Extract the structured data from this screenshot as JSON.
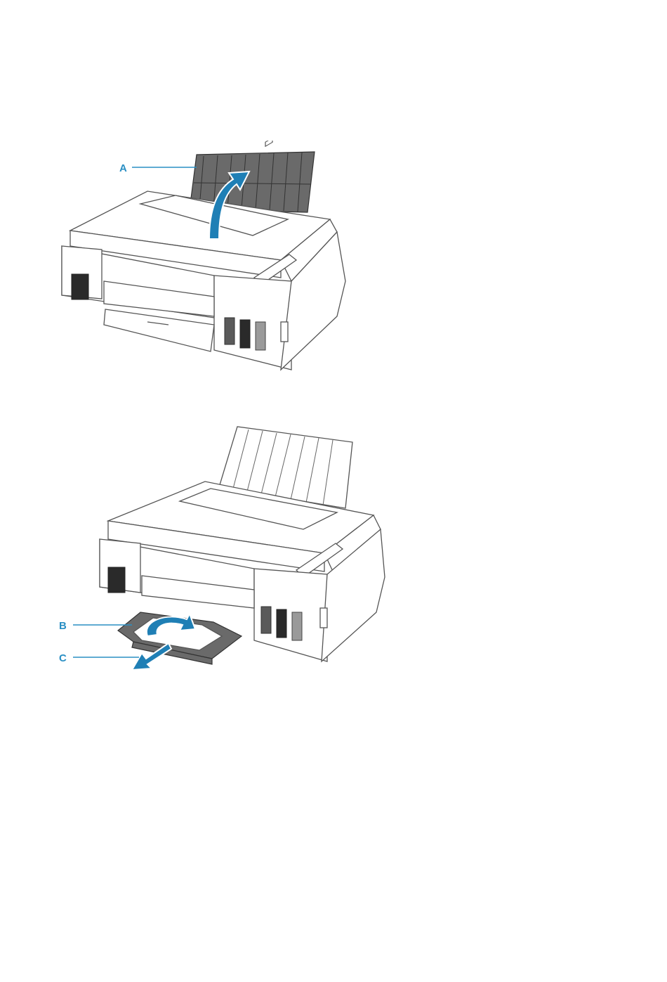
{
  "figures": [
    {
      "callouts": [
        {
          "label": "A"
        }
      ]
    },
    {
      "callouts": [
        {
          "label": "B"
        },
        {
          "label": "C"
        }
      ]
    }
  ],
  "colors": {
    "callout": "#2a8fc4",
    "arrow": "#1f7fb5",
    "paper_support_shade": "#6a6a6a"
  },
  "icons": [
    "printer-illustration",
    "curved-up-arrow",
    "pull-arrow",
    "rotate-arrow"
  ]
}
